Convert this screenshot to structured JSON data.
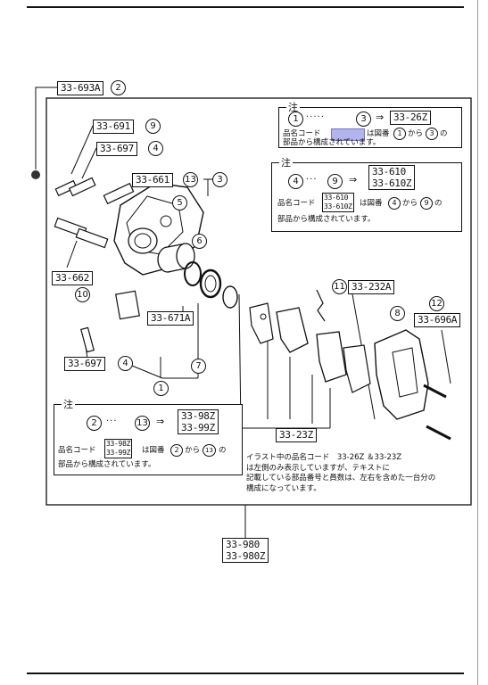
{
  "diagram": {
    "codes": {
      "c693a": "33-693A",
      "c691": "33-691",
      "c697a": "33-697",
      "c661": "33-661",
      "c662": "33-662",
      "c671a": "33-671A",
      "c697b": "33-697",
      "c232a": "33-232A",
      "c696a": "33-696A",
      "c23z": "33-23Z",
      "c980": "33-980",
      "c980z": "33-980Z"
    },
    "callouts": {
      "n1": "1",
      "n2": "2",
      "n3": "3",
      "n4": "4",
      "n5": "5",
      "n6": "6",
      "n7": "7",
      "n8": "8",
      "n9": "9",
      "n10": "10",
      "n11": "11",
      "n12": "12",
      "n13": "13"
    },
    "note1": {
      "tag": "注",
      "from": "1",
      "to": "3",
      "dots": "·····",
      "arrow": "⇒",
      "code": "33-26Z",
      "line1_prefix": "品名コード",
      "line1_suffix": "は図番",
      "line1_from": "1",
      "line1_mid": "から",
      "line1_to": "3",
      "line1_end": "の",
      "line2": "部品から構成されています。"
    },
    "note2": {
      "tag": "注",
      "from": "4",
      "to": "9",
      "dots": "···",
      "arrow": "⇒",
      "code_a": "33-610",
      "code_b": "33-610Z",
      "label": "品名コード",
      "small_a": "33-610",
      "small_b": "33-610Z",
      "suffix": "は図番",
      "sfrom": "4",
      "mid": "から",
      "sto": "9",
      "end": "の",
      "line2": "部品から構成されています。"
    },
    "note3": {
      "tag": "注",
      "from": "2",
      "to": "13",
      "dots": "···",
      "arrow": "⇒",
      "code_a": "33-98Z",
      "code_b": "33-99Z",
      "label": "品名コード",
      "small_a": "33-98Z",
      "small_b": "33-99Z",
      "suffix": "は図番",
      "sfrom": "2",
      "mid": "から",
      "sto": "13",
      "end": "の",
      "line2": "部品から構成されています。"
    },
    "footnote": {
      "l1": "イラスト中の品名コード　33-26Z ＆33-23Z",
      "l2": "は左側のみ表示していますが、テキストに",
      "l3": "記載している部品番号と員数は、左右を含めた一台分の",
      "l4": "構成になっています。"
    },
    "colors": {
      "highlight": "#b3b3ee",
      "ink": "#111111"
    }
  }
}
